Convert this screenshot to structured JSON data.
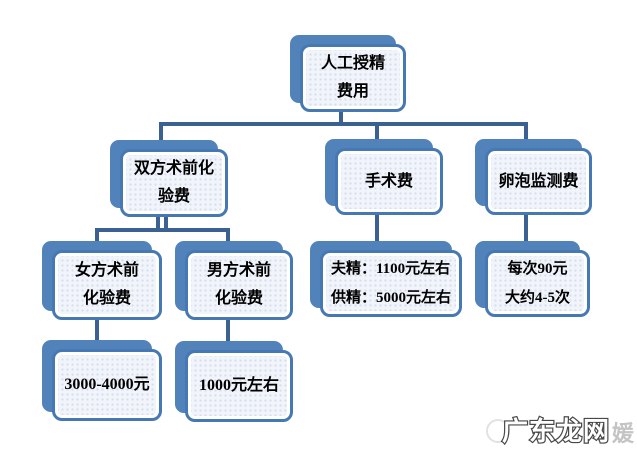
{
  "tree": {
    "root": {
      "id": "artificial-insemination-cost",
      "label": "人工授精\n费用",
      "children": [
        {
          "id": "pre-op-lab-tests",
          "label": "双方术前化\n验费",
          "children": [
            {
              "id": "female-pre-op-lab",
              "label": "女方术前\n化验费",
              "children": [
                {
                  "id": "female-pre-op-cost",
                  "label": "3000-4000元",
                  "children": []
                }
              ]
            },
            {
              "id": "male-pre-op-lab",
              "label": "男方术前\n化验费",
              "children": [
                {
                  "id": "male-pre-op-cost",
                  "label": "1000元左右",
                  "children": []
                }
              ]
            }
          ]
        },
        {
          "id": "surgery-fee",
          "label": "手术费",
          "children": [
            {
              "id": "surgery-fee-detail",
              "label": "夫精：1100元左右\n供精：5000元左右",
              "children": []
            }
          ]
        },
        {
          "id": "follicle-monitoring-fee",
          "label": "卵泡监测费",
          "children": [
            {
              "id": "follicle-monitoring-detail",
              "label": "每次90元\n大约4-5次",
              "children": []
            }
          ]
        }
      ]
    }
  },
  "watermark": {
    "text": "广东龙网",
    "suffix": "媛"
  },
  "colors": {
    "box_back_fill": "#5182ba",
    "box_border": "#4678b4",
    "box_fill": "#f1f4fa",
    "box_dot_texture": "#d6ddec",
    "connector": "#3a6191",
    "text": "#000000",
    "watermark_outline": "#474747",
    "watermark_fill": "#ffffff",
    "watermark_faint": "#c4c4c4"
  }
}
